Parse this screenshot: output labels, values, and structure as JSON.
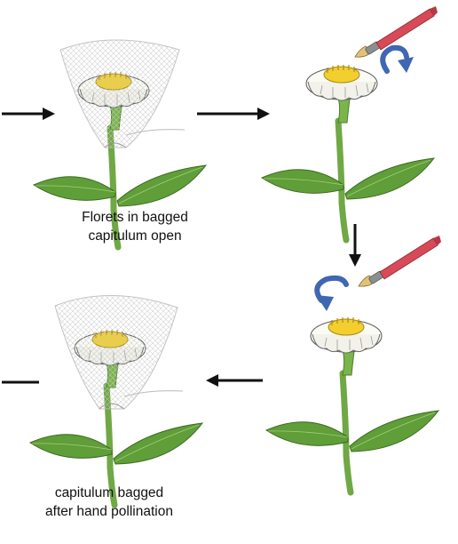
{
  "captions": {
    "bagged_open_line1": "Florets in bagged",
    "bagged_open_line2": "capitulum open",
    "after_pollination_line1": "capitulum bagged",
    "after_pollination_line2": "after hand pollination"
  },
  "colors": {
    "leaf": "#5f9e38",
    "stem": "#6fa844",
    "petal": "#fbfbf6",
    "disc": "#f2cf2e",
    "bag": "#cfcfcf",
    "brush_handle": "#d84a58",
    "brush_ferrule": "#8a9090",
    "brush_tip": "#e2c27a",
    "rotation_arrow": "#3f67b2",
    "flow_arrow": "#111111"
  }
}
